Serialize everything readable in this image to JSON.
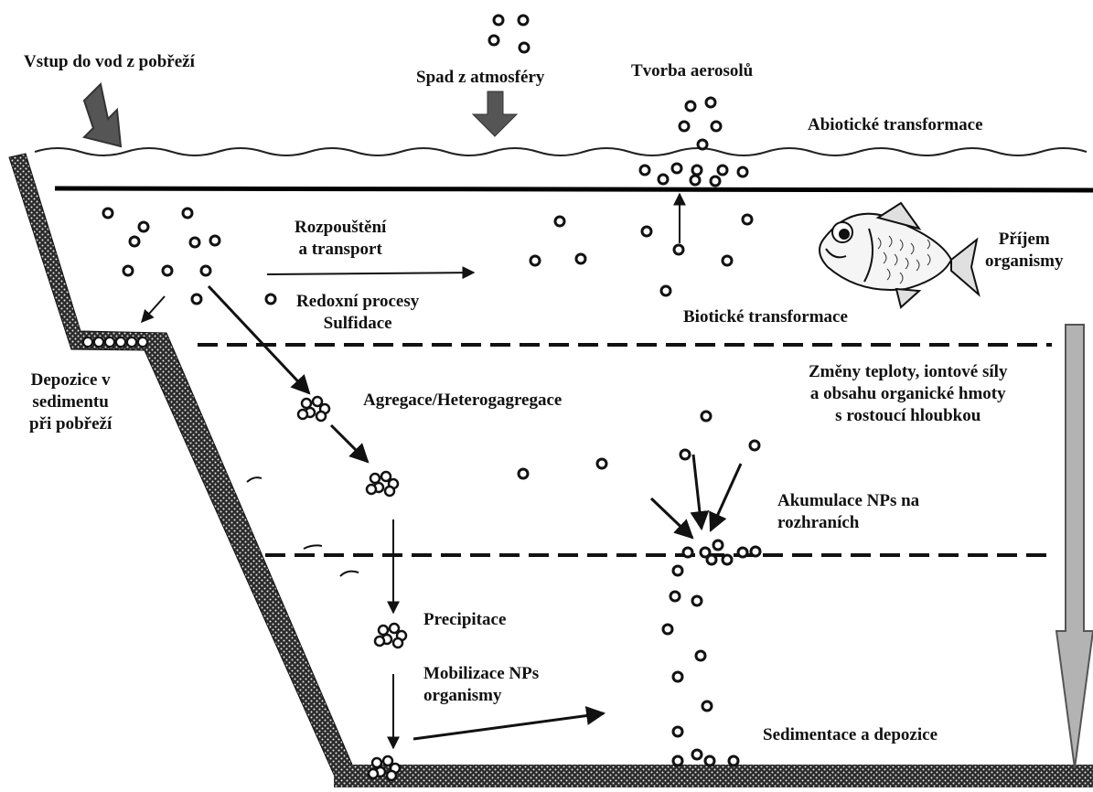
{
  "colors": {
    "ink": "#111111",
    "sediment": "#2b2b2b",
    "gradient_arrow_fill": "#b3b3b3",
    "gradient_arrow_stroke": "#555555",
    "inlet_arrow": "#555555"
  },
  "labels": {
    "coastal_input": "Vstup do vod z pobřeží",
    "atmospheric_fallout": "Spad z atmosféry",
    "aerosol_formation": "Tvorba aerosolů",
    "abiotic_transformation": "Abiotické transformace",
    "dissolution": [
      "Rozpouštění",
      "a transport"
    ],
    "redox": [
      "Redoxní procesy",
      "Sulfidace"
    ],
    "uptake": [
      "Příjem",
      "organismy"
    ],
    "biotic_transformation": "Biotické transformace",
    "coastal_deposition": [
      "Depozice v",
      "sedimentu",
      "při pobřeží"
    ],
    "depth_changes": [
      "Změny teploty, iontové síly",
      "a obsahu organické hmoty",
      "s rostoucí hloubkou"
    ],
    "aggregation": "Agregace/Heterogagregace",
    "interface_accumulation": [
      "Akumulace NPs na",
      "rozhraních"
    ],
    "precipitation": "Precipitace",
    "mobilization": [
      "Mobilizace NPs",
      "organismy"
    ],
    "sedimentation": "Sedimentace a depozice"
  },
  "icons": {
    "fish": "fish-icon",
    "particle": "nanoparticle-icon",
    "cluster": "particle-cluster-icon"
  }
}
